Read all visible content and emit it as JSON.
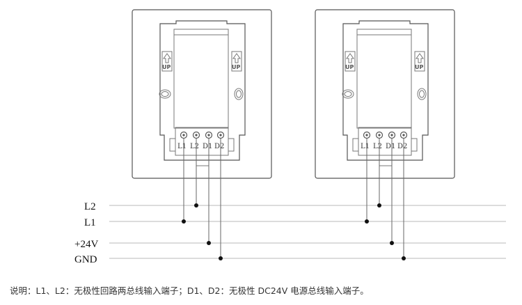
{
  "devices": [
    {
      "up_left": "UP",
      "up_right": "UP",
      "terminals": [
        "L1",
        "L2",
        "D1",
        "D2"
      ]
    },
    {
      "up_left": "UP",
      "up_right": "UP",
      "terminals": [
        "L1",
        "L2",
        "D1",
        "D2"
      ]
    }
  ],
  "bus_lines": [
    {
      "label": "L2"
    },
    {
      "label": "L1"
    },
    {
      "label": "+24V"
    },
    {
      "label": "GND"
    }
  ],
  "note": "说明：L1、L2：无极性回路两总线输入端子；D1、D2：无极性 DC24V 电源总线输入端子。"
}
